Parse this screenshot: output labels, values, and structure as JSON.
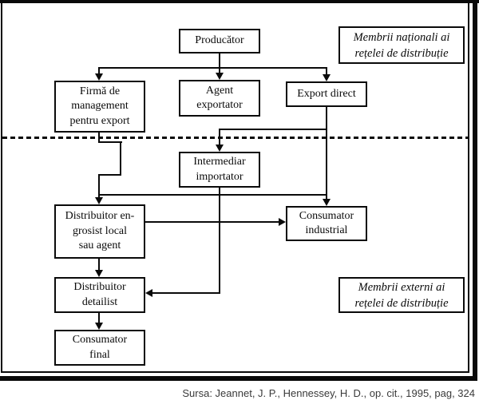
{
  "diagram": {
    "nodes": {
      "producator": {
        "label": "Producător"
      },
      "firma": {
        "label": "Firmă de\nmanagement\npentru export"
      },
      "agent": {
        "label": "Agent\nexportator"
      },
      "export_direct": {
        "label": "Export direct"
      },
      "intermediar": {
        "label": "Intermediar\nimportator"
      },
      "engrosist": {
        "label": "Distribuitor en-\ngrosist local\nsau agent"
      },
      "consumator_industrial": {
        "label": "Consumator\nindustrial"
      },
      "detailist": {
        "label": "Distribuitor\ndetailist"
      },
      "consumator_final": {
        "label": "Consumator\nfinal"
      }
    },
    "annotations": {
      "national": {
        "label": "Membrii naționali ai\nrețelei de distribuție"
      },
      "external": {
        "label": "Membrii externi ai\nrețelei de distribuție"
      }
    },
    "edges": [
      "producator -> firma",
      "producator -> agent",
      "producator -> export_direct",
      "export_direct -> intermediar",
      "export_direct -> consumator_industrial",
      "firma -> engrosist",
      "intermediar -> detailist",
      "engrosist -> consumator_industrial",
      "engrosist -> detailist",
      "detailist -> consumator_final"
    ]
  },
  "caption": "Sursa: Jeannet, J. P., Hennessey, H. D., op. cit., 1995, pag, 324",
  "colors": {
    "line": "#0a0a0a",
    "background": "#ffffff",
    "caption_text": "#3a3a3a"
  }
}
